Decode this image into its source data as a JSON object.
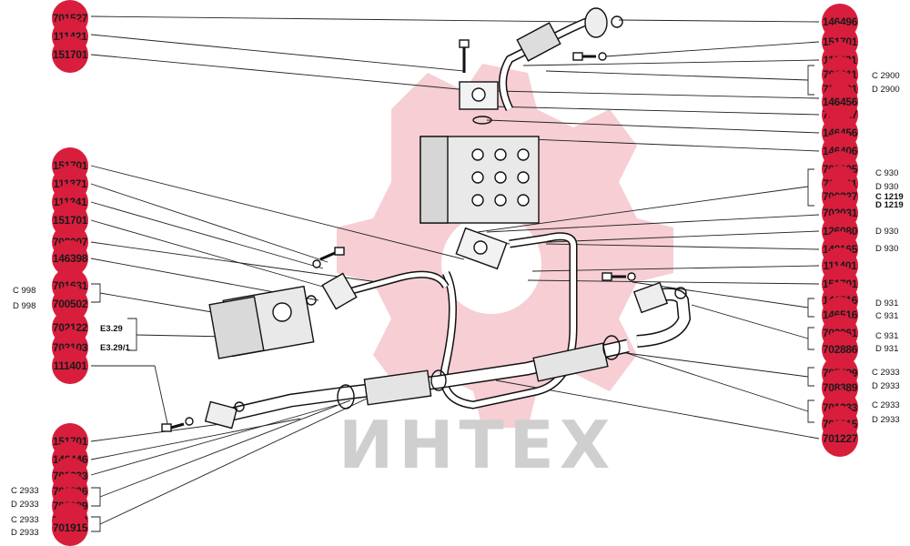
{
  "watermark": {
    "text": "ИНТЕХ",
    "color": "#d81e3c"
  },
  "callouts_left": [
    {
      "id": "L1",
      "text": "701527"
    },
    {
      "id": "L2",
      "text": "111421"
    },
    {
      "id": "L3",
      "text": "151701"
    },
    {
      "id": "L4",
      "text": "151701"
    },
    {
      "id": "L5",
      "text": "111371"
    },
    {
      "id": "L6",
      "text": "111341"
    },
    {
      "id": "L7",
      "text": "151701"
    },
    {
      "id": "L8",
      "text": "702007"
    },
    {
      "id": "L9",
      "text": "146398"
    },
    {
      "id": "L10",
      "text": "701631"
    },
    {
      "id": "L11",
      "text": "700502"
    },
    {
      "id": "L12",
      "text": "702122"
    },
    {
      "id": "L13",
      "text": "703103"
    },
    {
      "id": "L14",
      "text": "111401"
    },
    {
      "id": "L15",
      "text": "151701"
    },
    {
      "id": "L16",
      "text": "146446"
    },
    {
      "id": "L17",
      "text": "701233"
    },
    {
      "id": "L18",
      "text": "701236"
    },
    {
      "id": "L19",
      "text": "708389"
    },
    {
      "id": "L20",
      "text": "701233"
    },
    {
      "id": "L21",
      "text": "701915"
    }
  ],
  "callouts_right": [
    {
      "id": "R1",
      "text": "146496"
    },
    {
      "id": "R2",
      "text": "151701"
    },
    {
      "id": "R3",
      "text": "111421"
    },
    {
      "id": "R4",
      "text": "702011"
    },
    {
      "id": "R5",
      "text": "701491"
    },
    {
      "id": "R6",
      "text": "146456"
    },
    {
      "id": "R7",
      "text": "701527"
    },
    {
      "id": "R8",
      "text": "146456"
    },
    {
      "id": "R9",
      "text": "146406"
    },
    {
      "id": "R10",
      "text": "702005"
    },
    {
      "id": "R11",
      "text": "702011"
    },
    {
      "id": "R12",
      "text": "700827"
    },
    {
      "id": "R13",
      "text": "702031"
    },
    {
      "id": "R14",
      "text": "126080"
    },
    {
      "id": "R15",
      "text": "148165"
    },
    {
      "id": "R16",
      "text": "111401"
    },
    {
      "id": "R17",
      "text": "151701"
    },
    {
      "id": "R18",
      "text": "146516"
    },
    {
      "id": "R19",
      "text": "146516"
    },
    {
      "id": "R20",
      "text": "702961"
    },
    {
      "id": "R21",
      "text": "702886"
    },
    {
      "id": "R22",
      "text": "707499"
    },
    {
      "id": "R23",
      "text": "708389"
    },
    {
      "id": "R24",
      "text": "701233"
    },
    {
      "id": "R25",
      "text": "701915"
    },
    {
      "id": "R26",
      "text": "701227"
    }
  ],
  "tags": {
    "c2900": "C 2900",
    "d2900": "D 2900",
    "c930": "C 930",
    "d930": "D 930",
    "c1219": "C 1219",
    "d1219": "D 1219",
    "d930b": "D 930",
    "d930c": "D 930",
    "d931": "D 931",
    "c931": "C 931",
    "c931b": "C 931",
    "d931b": "D 931",
    "c2933a": "C 2933",
    "d2933a": "D 2933",
    "c2933b": "C 2933",
    "d2933b": "D 2933",
    "c998": "C 998",
    "d998": "D 998",
    "e329": "E3.29",
    "e3291": "E3.29/1",
    "lc2933a": "C 2933",
    "ld2933a": "D 2933",
    "lc2933b": "C 2933",
    "ld2933b": "D 2933"
  }
}
